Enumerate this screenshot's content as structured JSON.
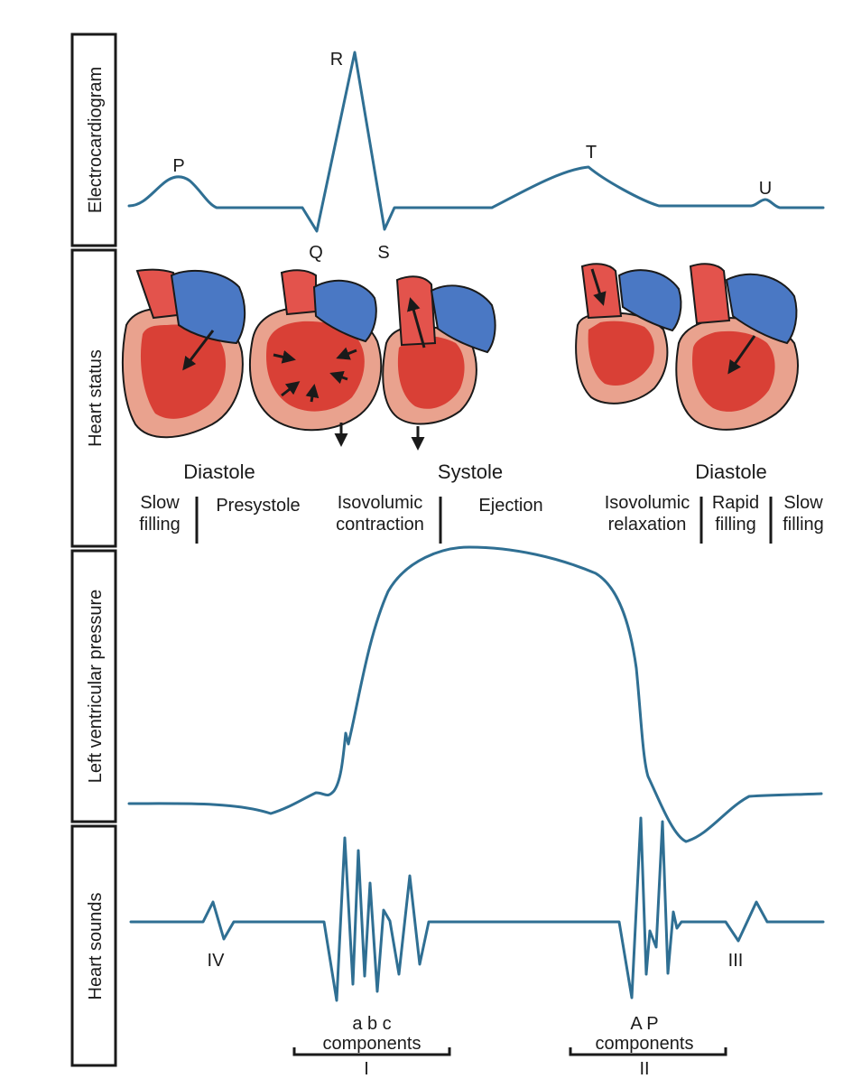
{
  "colors": {
    "wave": "#2f6f93",
    "ink": "#1a1a1a",
    "vein": "#4a78c4",
    "artery": "#e3534c",
    "muscle": "#e9a28e",
    "blood": "#d94036"
  },
  "panels": {
    "ecg": "Electrocardiogram",
    "heart_status": "Heart status",
    "lv_pressure": "Left ventricular pressure",
    "heart_sounds": "Heart sounds"
  },
  "ecg_labels": {
    "p": "P",
    "q": "Q",
    "r": "R",
    "s": "S",
    "t": "T",
    "u": "U"
  },
  "phases": {
    "diastole_left": "Diastole",
    "systole": "Systole",
    "diastole_right": "Diastole",
    "slow_filling_left_1": "Slow",
    "slow_filling_left_2": "filling",
    "presystole": "Presystole",
    "isovolumic_contraction_1": "Isovolumic",
    "isovolumic_contraction_2": "contraction",
    "ejection": "Ejection",
    "isovolumic_relaxation_1": "Isovolumic",
    "isovolumic_relaxation_2": "relaxation",
    "rapid_filling_1": "Rapid",
    "rapid_filling_2": "filling",
    "slow_filling_right_1": "Slow",
    "slow_filling_right_2": "filling"
  },
  "sounds": {
    "fourth": "IV",
    "third": "III",
    "first_components_letters": "a b c",
    "first_components_word": "components",
    "first_label": "I",
    "second_components_letters": "A P",
    "second_components_word": "components",
    "second_label": "II"
  }
}
